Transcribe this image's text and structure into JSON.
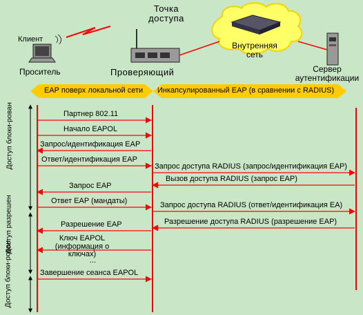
{
  "nodes": {
    "client_label": "Клиент",
    "supplicant_label": "Проситель",
    "ap_label": "Точка доступа",
    "authenticator_label": "Проверяющий",
    "internal_net_label": "Внутренняя сеть",
    "auth_server_label": "Сервер аутентификации"
  },
  "bands": {
    "left": "EAP поверх локальной сети",
    "right": "Инкапсулированный EAP (в сравнении с RADIUS)"
  },
  "side_labels": {
    "blocked_1": "Доступ блоки-рован",
    "allowed": "Доступ разрешен",
    "blocked_2": "Доступ блоки-рован"
  },
  "messages_left": [
    {
      "text": "Партнер 802.11",
      "dir": "right"
    },
    {
      "text": "Начало EAPOL",
      "dir": "right"
    },
    {
      "text": "Запрос/идентификация EAP",
      "dir": "left"
    },
    {
      "text": "Ответ/идентификация EAP",
      "dir": "right"
    },
    {
      "text": "Запрос EAP",
      "dir": "left"
    },
    {
      "text": "Ответ EAP (мандаты)",
      "dir": "right"
    },
    {
      "text": "Разрешение EAP",
      "dir": "left"
    },
    {
      "text": "Ключ EAPOL (информация о ключах)",
      "dir": "left"
    },
    {
      "text": "...",
      "dir": "none"
    },
    {
      "text": "Завершение сеанса EAPOL",
      "dir": "right"
    }
  ],
  "messages_right": [
    {
      "text": "Запрос доступа RADIUS (запрос/идентификация EAP)",
      "dir": "right"
    },
    {
      "text": "Вызов доступа RADIUS (запрос EAP)",
      "dir": "left"
    },
    {
      "text": "Запрос доступа RADIUS (ответ/идентификация EA)",
      "dir": "right"
    },
    {
      "text": "Разрешение доступа RADIUS (разрешение EAP)",
      "dir": "left"
    }
  ],
  "colors": {
    "background": "#c9e6c6",
    "lifeline": "#ff0000",
    "band": "#ffcc00",
    "cloud": "#ffff66"
  }
}
